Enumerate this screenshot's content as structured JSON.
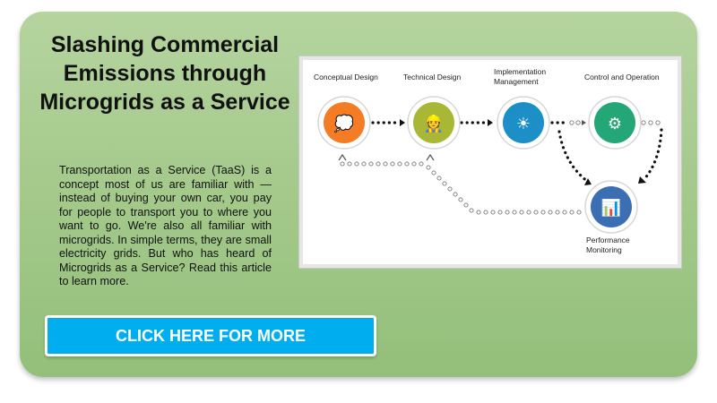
{
  "promo": {
    "title": "Slashing Commercial Emissions through Microgrids as a Service",
    "body": "Transportation as a Service (TaaS) is a concept most of us are familiar with — instead of buying your own car, you pay for people to transport you to where you want to go. We're also all familiar with microgrids. In simple terms, they are small electricity grids. But who has heard of Microgrids as a Service? Read this article to learn more.",
    "cta_label": "CLICK HERE FOR MORE"
  },
  "diagram": {
    "stages": [
      {
        "lines": [
          "Conceptual Design"
        ],
        "icon": "thought-bubble-icon",
        "color": "#f47c25"
      },
      {
        "lines": [
          "Technical Design"
        ],
        "icon": "engineer-at-desk-icon",
        "color": "#a8b735"
      },
      {
        "lines": [
          "Implementation",
          "Management"
        ],
        "icon": "solar-panel-wind-turbine-icon",
        "color": "#1b8fc6"
      },
      {
        "lines": [
          "Control and Operation"
        ],
        "icon": "network-gear-icon",
        "color": "#23a776"
      },
      {
        "lines": [
          "Performance",
          "Monitoring"
        ],
        "icon": "charts-icon",
        "color": "#3c6eb4"
      }
    ]
  },
  "colors": {
    "card_background": "#a4c98b",
    "cta_background": "#00aeef",
    "cta_text": "#ffffff"
  }
}
